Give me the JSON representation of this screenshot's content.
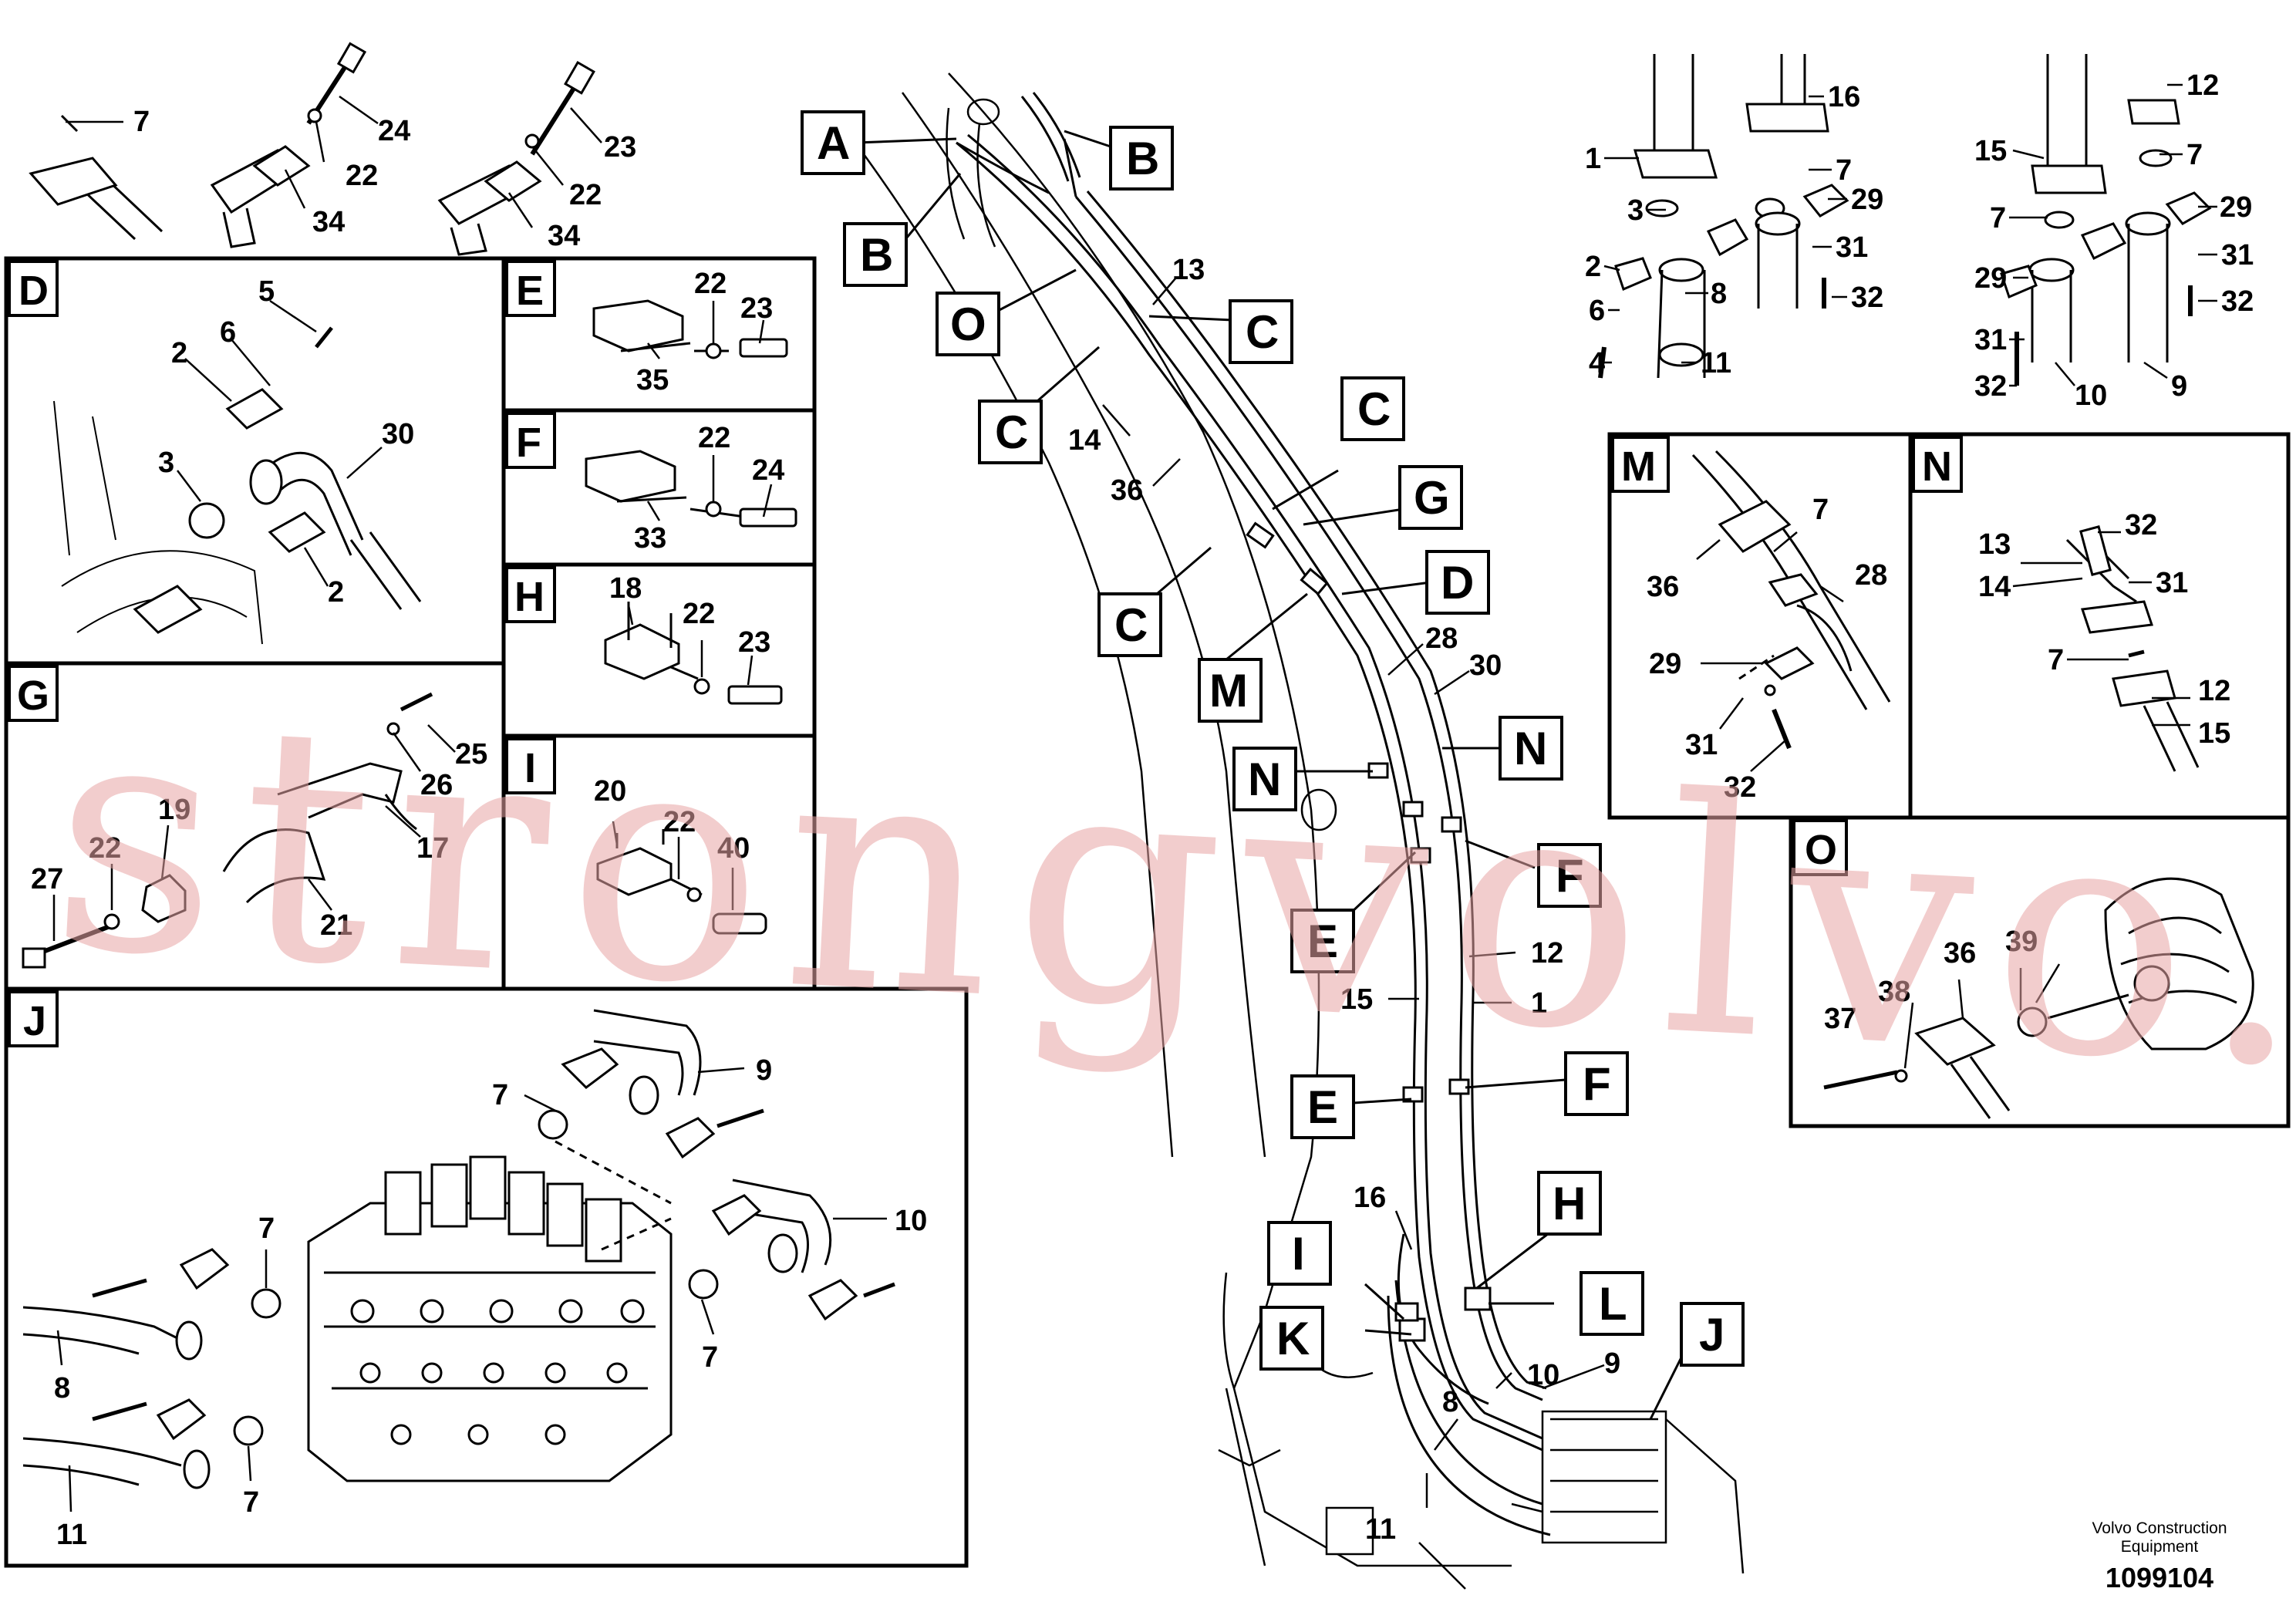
{
  "panels": {
    "D": {
      "letter": "D",
      "refs": [
        "5",
        "6",
        "2",
        "30",
        "3",
        "2"
      ]
    },
    "E": {
      "letter": "E",
      "refs": [
        "22",
        "23",
        "35"
      ]
    },
    "F": {
      "letter": "F",
      "refs": [
        "22",
        "24",
        "33"
      ]
    },
    "G": {
      "letter": "G",
      "refs": [
        "19",
        "22",
        "27",
        "21",
        "26",
        "25",
        "17"
      ]
    },
    "H": {
      "letter": "H",
      "refs": [
        "18",
        "22",
        "23"
      ]
    },
    "I": {
      "letter": "I",
      "refs": [
        "20",
        "22",
        "40"
      ]
    },
    "J": {
      "letter": "J",
      "refs": [
        "9",
        "7",
        "10",
        "7",
        "8",
        "7",
        "7",
        "11"
      ]
    },
    "M": {
      "letter": "M",
      "refs": [
        "7",
        "28",
        "36",
        "29",
        "31",
        "32"
      ]
    },
    "N": {
      "letter": "N",
      "refs": [
        "13",
        "14",
        "32",
        "31",
        "7",
        "12",
        "15"
      ]
    },
    "O": {
      "letter": "O",
      "refs": [
        "36",
        "39",
        "37",
        "38"
      ]
    }
  },
  "top_refs": [
    "7",
    "24",
    "22",
    "34",
    "23",
    "22",
    "34"
  ],
  "main_callouts": [
    "A",
    "B",
    "B",
    "O",
    "C",
    "C",
    "C",
    "G",
    "D",
    "C",
    "M",
    "N",
    "N",
    "F",
    "E",
    "E",
    "F",
    "H",
    "I",
    "K",
    "L",
    "J"
  ],
  "main_refs": [
    "13",
    "14",
    "36",
    "28",
    "30",
    "12",
    "15",
    "1",
    "16",
    "10",
    "9",
    "8",
    "11"
  ],
  "top_right_refs": [
    "16",
    "1",
    "7",
    "3",
    "29",
    "31",
    "2",
    "8",
    "32",
    "6",
    "4",
    "11",
    "12",
    "15",
    "7",
    "29",
    "7",
    "31",
    "29",
    "32",
    "31",
    "32",
    "10",
    "9"
  ],
  "watermark": "strongvolvo.com",
  "footer": {
    "line1": "Volvo Construction",
    "line2": "Equipment",
    "number": "1099104"
  }
}
